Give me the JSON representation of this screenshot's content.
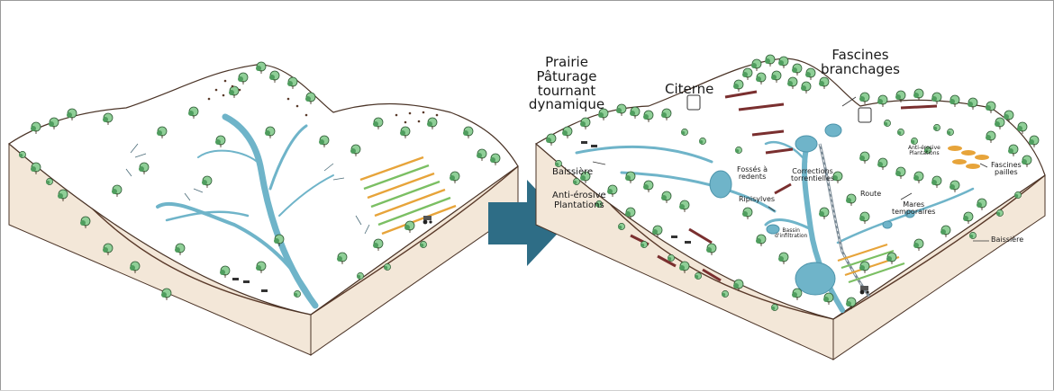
{
  "labels": {
    "prairie": "Prairie",
    "paturage": "Pâturage",
    "tournant": "tournant",
    "dynamique": "dynamique",
    "citerne": "Citerne",
    "fascines_br1": "Fascines",
    "fascines_br2": "branchages",
    "baissiere_left": "Baissière",
    "anti_erosive_left1": "Anti-érosive",
    "anti_erosive_left2": "Plantations",
    "fosses1": "Fossés à",
    "fosses2": "redents",
    "corrections1": "Corrections",
    "corrections2": "torrentielles",
    "ripisylves": "Ripisylves",
    "route": "Route",
    "bassin1": "Bassin",
    "bassin2": "d'infiltration",
    "mares1": "Mares",
    "mares2": "temporaires",
    "baissiere_right": "Baissière",
    "anti_erosive_right1": "Anti-érosive",
    "anti_erosive_right2": "Plantations",
    "fascines_pa1": "Fascines",
    "fascines_pa2": "pailles"
  },
  "colors": {
    "ground_side": "#f3e7d8",
    "soil_line": "#5a3a2a",
    "water": "#6fb4c9",
    "water_dark": "#4d94ab",
    "tree": "#4f9d5e",
    "tree_light": "#8fcf97",
    "arrow": "#2e6d86",
    "crop_orange": "#e7a43a",
    "crop_green": "#7bbf63",
    "hedge": "#7a2f2f"
  },
  "icons": {
    "arrow": "right-arrow-icon",
    "tractor": "tractor-icon"
  }
}
